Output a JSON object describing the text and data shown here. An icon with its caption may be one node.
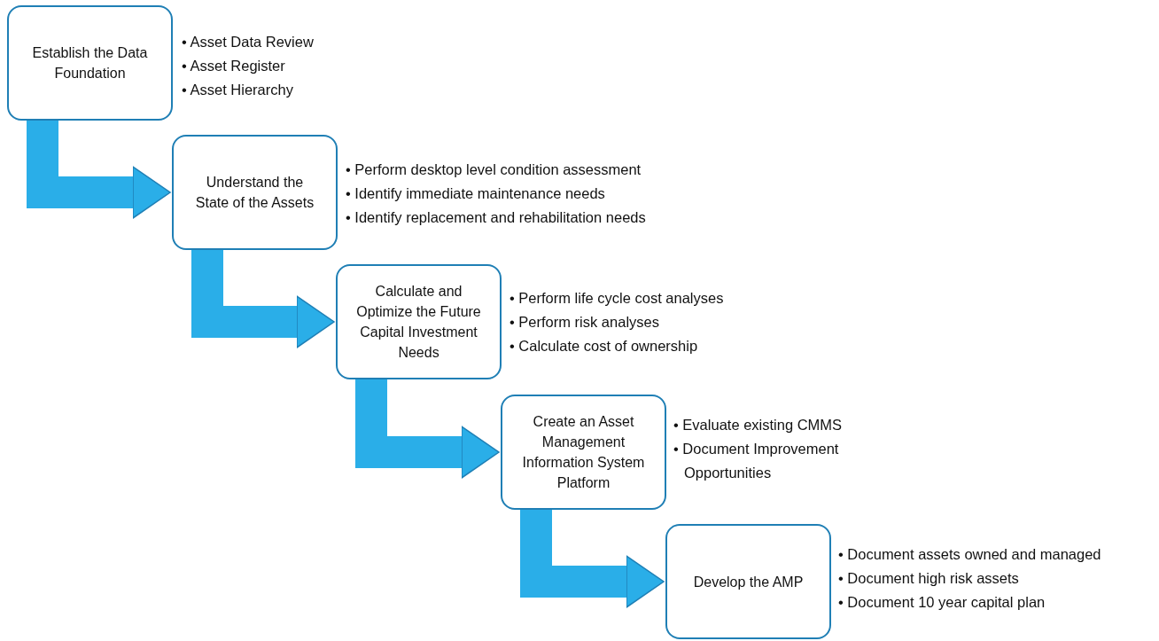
{
  "diagram": {
    "nodes": [
      {
        "text": [
          "Establish the Data Foundation"
        ],
        "beside": [
          "• Asset Data Review",
          "• Asset Register",
          "• Asset Hierarchy"
        ]
      },
      {
        "text": [
          "Understand the State of the Assets"
        ],
        "beside": [
          "• Perform desktop level condition assessment",
          "• Identify immediate maintenance needs",
          "• Identify replacement and rehabilitation needs"
        ]
      },
      {
        "text": [
          "Calculate and Optimize the Future Capital Investment Needs"
        ],
        "beside": [
          "• Perform life cycle cost analyses",
          "• Perform risk analyses",
          "• Calculate cost of ownership"
        ]
      },
      {
        "text": [
          "Create an Asset Management Information System Platform"
        ],
        "beside": [
          "• Evaluate existing CMMS",
          "• Document Improvement Opportunities"
        ]
      },
      {
        "text": [
          "Develop the AMP"
        ],
        "beside": [
          "• Document assets owned and managed",
          "• Document high risk assets",
          "• Document 10 year capital plan"
        ]
      }
    ],
    "edges": [
      {
        "from": 0,
        "to": 1,
        "arrow": "to"
      },
      {
        "from": 1,
        "to": 2,
        "arrow": "to"
      },
      {
        "from": 2,
        "to": 3,
        "arrow": "to"
      },
      {
        "from": 3,
        "to": 4,
        "arrow": "to"
      }
    ]
  }
}
